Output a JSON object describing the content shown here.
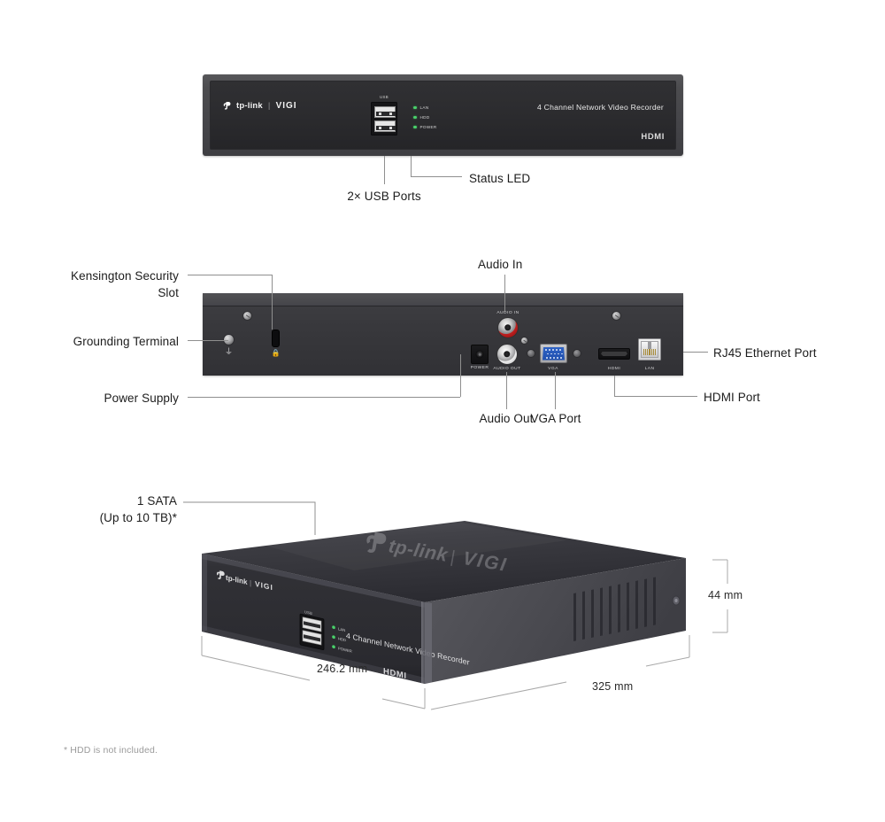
{
  "product": {
    "brand_primary": "tp-link",
    "brand_secondary": "VIGI",
    "model_text": "4 Channel Network Video Recorder",
    "hdmi_logo": "HDMI",
    "usb_cap_label": "USB"
  },
  "front_panel": {
    "leds": [
      {
        "name": "LAN",
        "label": "LAN",
        "color": "#49d16a"
      },
      {
        "name": "HDD",
        "label": "HDD",
        "color": "#49d16a"
      },
      {
        "name": "POWER",
        "label": "POWER",
        "color": "#49d16a"
      }
    ],
    "callouts": {
      "usb": "2× USB Ports",
      "status_led": "Status LED"
    }
  },
  "rear_panel": {
    "port_labels": {
      "audio_in": "AUDIO IN",
      "power": "POWER",
      "audio_out": "AUDIO OUT",
      "vga": "VGA",
      "hdmi": "HDMI",
      "lan": "LAN"
    },
    "callouts": {
      "kensington": "Kensington Security\nSlot",
      "grounding": "Grounding Terminal",
      "power_supply": "Power Supply",
      "audio_in": "Audio In",
      "audio_out": "Audio Out",
      "vga_port": "VGA Port",
      "hdmi_port": "HDMI Port",
      "rj45": "RJ45 Ethernet Port"
    }
  },
  "iso_view": {
    "callouts": {
      "sata": "1 SATA\n(Up to 10 TB)*"
    },
    "dimensions": {
      "width": "246.2 mm",
      "depth": "325 mm",
      "height": "44 mm"
    }
  },
  "footnote": "* HDD is not included.",
  "colors": {
    "chassis_frame": "#46464a",
    "chassis_inset": "#2c2c2f",
    "led_green": "#49d16a",
    "vga_blue": "#2454b8",
    "rca_red": "#b01c1c",
    "leader_line": "#8f8f8f",
    "text": "#1c1c1c",
    "footnote_text": "#9b9b9b",
    "background": "#ffffff"
  }
}
